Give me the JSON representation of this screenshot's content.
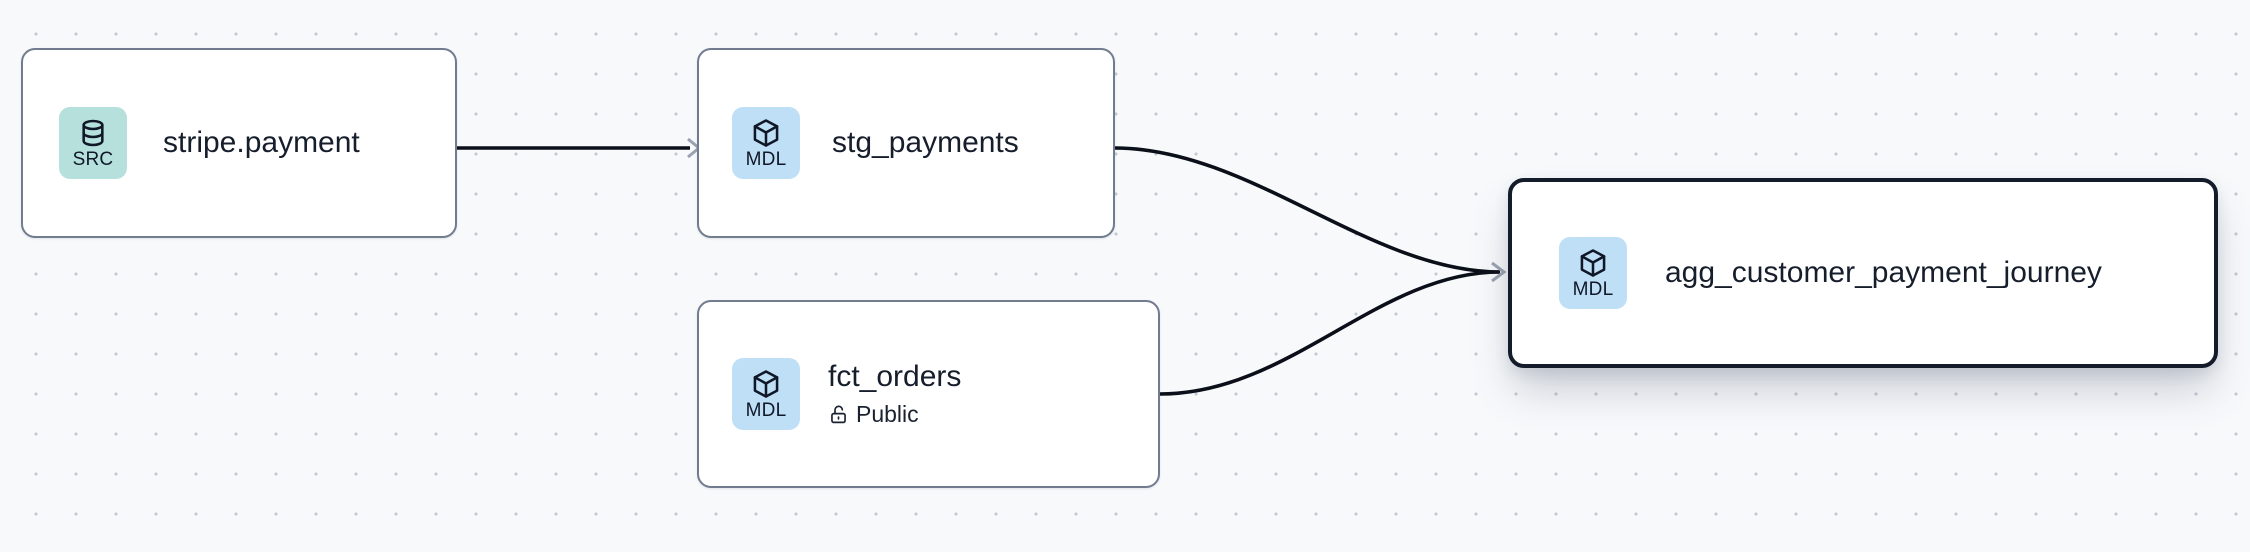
{
  "canvas": {
    "background_color": "#f7f9fb",
    "dot_color": "#c5c9d4"
  },
  "graph": {
    "nodes": [
      {
        "id": "stripe-payment",
        "badge": "SRC",
        "badge_icon": "database-icon",
        "badge_color": "#b6e0dc",
        "title": "stripe.payment",
        "subtitle": null,
        "subtitle_icon": null,
        "selected": false
      },
      {
        "id": "stg-payments",
        "badge": "MDL",
        "badge_icon": "cube-icon",
        "badge_color": "#bfdff7",
        "title": "stg_payments",
        "subtitle": null,
        "subtitle_icon": null,
        "selected": false
      },
      {
        "id": "fct-orders",
        "badge": "MDL",
        "badge_icon": "cube-icon",
        "badge_color": "#bfdff7",
        "title": "fct_orders",
        "subtitle": "Public",
        "subtitle_icon": "unlock-icon",
        "selected": false
      },
      {
        "id": "agg-customer-payment-journey",
        "badge": "MDL",
        "badge_icon": "cube-icon",
        "badge_color": "#bfdff7",
        "title": "agg_customer_payment_journey",
        "subtitle": null,
        "subtitle_icon": null,
        "selected": true
      }
    ],
    "edges": [
      {
        "id": "edge-stripe-to-stg",
        "from": "stripe-payment",
        "to": "stg-payments",
        "style": "straight",
        "arrow": true
      },
      {
        "id": "edge-stg-to-agg",
        "from": "stg-payments",
        "to": "agg-customer-payment-journey",
        "style": "bezier",
        "arrow": true
      },
      {
        "id": "edge-fct-to-agg",
        "from": "fct-orders",
        "to": "agg-customer-payment-journey",
        "style": "bezier",
        "arrow": true
      }
    ],
    "edge_color": "#0b0f19",
    "arrow_color": "#9aa2b1",
    "node_border_color": "#727c8f",
    "selected_border_color": "#141c2b"
  }
}
